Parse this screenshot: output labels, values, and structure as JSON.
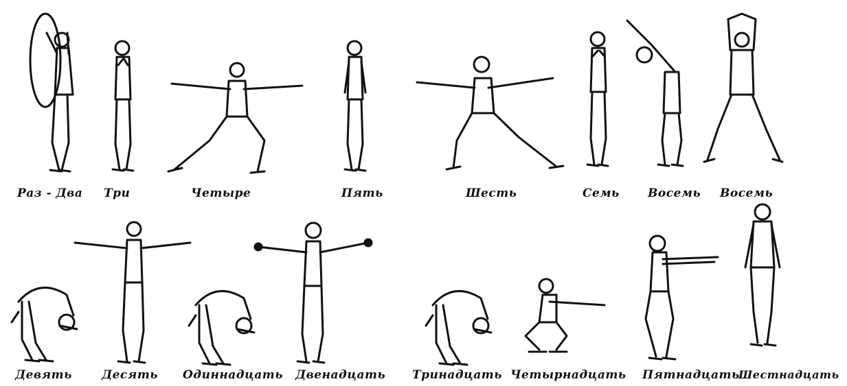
{
  "row1": {
    "labels": [
      "Раз - Два",
      "Три",
      "Четыре",
      "Пять",
      "Шесть",
      "Семь",
      "Восемь",
      "Восемь"
    ]
  },
  "row2": {
    "labels": [
      "Девять",
      "Десять",
      "Одиннадцать",
      "Двенадцать",
      "Тринадцать",
      "Четырнадцать",
      "Пятнадцать",
      "Шестнадцать"
    ]
  }
}
